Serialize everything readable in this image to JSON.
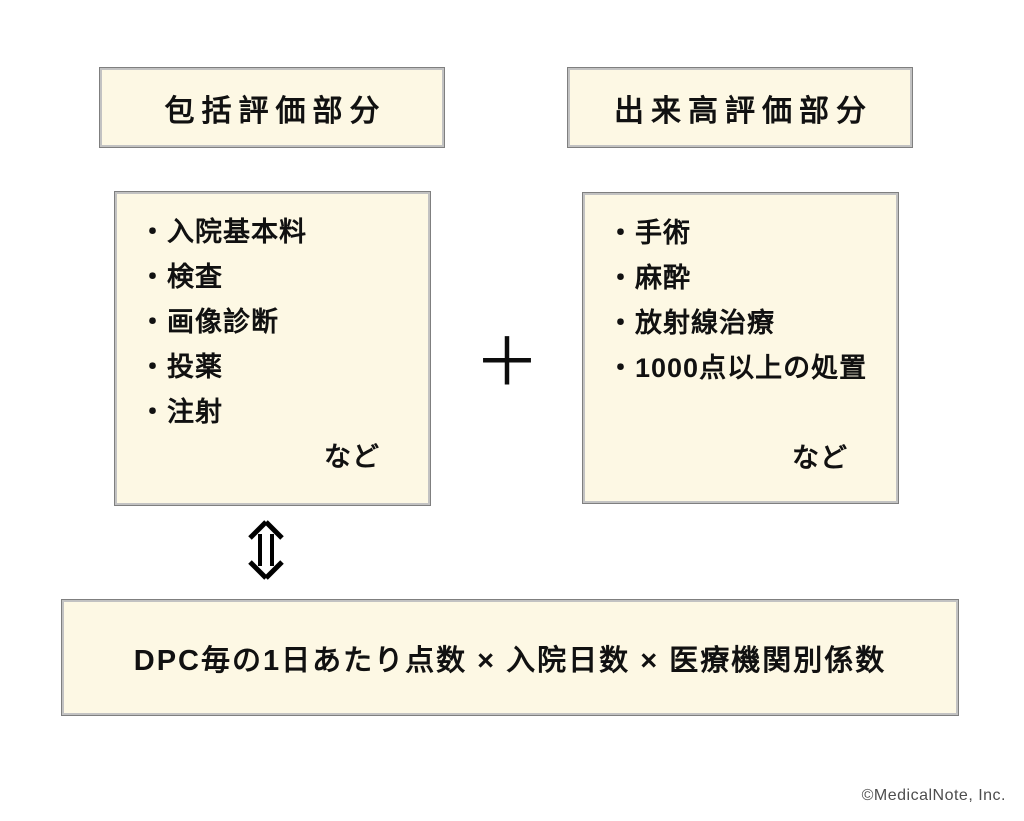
{
  "colors": {
    "box_fill": "#FDF8E4",
    "border_outer": "#7f7f7f",
    "border_inner": "#c2c2c2",
    "text": "#111111",
    "footer_text": "#4d4d4d"
  },
  "headers": {
    "left": "包括評価部分",
    "right": "出来高評価部分"
  },
  "left_box": {
    "items": [
      "・入院基本料",
      "・検査",
      "・画像診断",
      "・投薬",
      "・注射"
    ],
    "etc": "など"
  },
  "right_box": {
    "items": [
      "・手術",
      "・麻酔",
      "・放射線治療",
      "・1000点以上の処置"
    ],
    "etc": "など"
  },
  "operators": {
    "plus": "＋"
  },
  "formula": {
    "text": "DPC毎の1日あたり点数 × 入院日数 × 医療機関別係数"
  },
  "footer": {
    "credit": "©MedicalNote, Inc."
  }
}
